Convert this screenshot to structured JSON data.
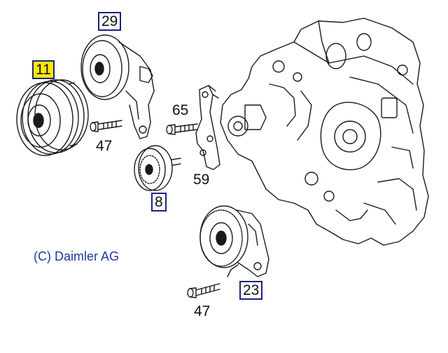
{
  "colors": {
    "line": "#1a1a1a",
    "box_border": "#1a237e",
    "highlight": "#ffe800",
    "copyright_text": "#1f3a9e"
  },
  "callouts": {
    "c11": "11",
    "c29": "29",
    "c65": "65",
    "c47a": "47",
    "c59": "59",
    "c8": "8",
    "c23": "23",
    "c47b": "47"
  },
  "copyright": "(C) Daimler AG"
}
